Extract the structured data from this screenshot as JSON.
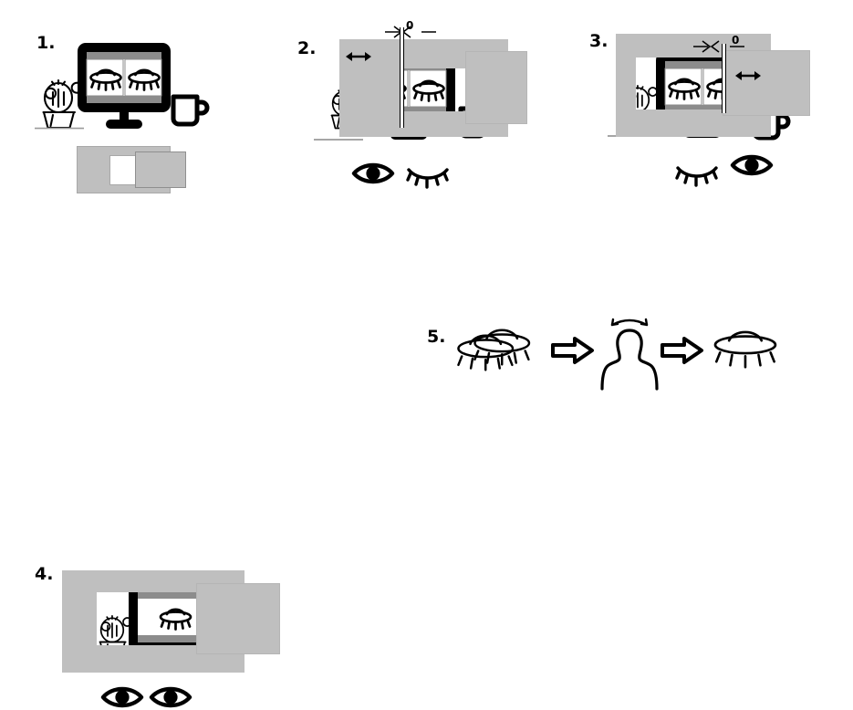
{
  "figure": {
    "title": "Stereoscopic free-viewing instruction diagram",
    "type": "step-by-step illustrated instructions",
    "background_color": "#ffffff",
    "ink_color": "#000000",
    "occluder_color": "#bfbfbf",
    "screen_band_color": "#8c8c8c",
    "step_count": 5
  },
  "steps": [
    {
      "id": "step-1",
      "number": "1.",
      "scene": "desk-with-monitor",
      "description": "Monitor showing two side-by-side UFO images, a cactus at left and a coffee mug at right; below is a diagram of an occluder card with a window aperture.",
      "icons": [
        "cactus-icon",
        "monitor-icon",
        "ufo-icon",
        "ufo-icon",
        "mug-icon",
        "occluder-card-icon"
      ],
      "screen_images": 2,
      "eyes": []
    },
    {
      "id": "step-2",
      "number": "2.",
      "scene": "occluder-over-left-eye-view",
      "description": "Occluder card slid so the aperture frames the left UFO image; alignment crosshair with label 0 at the top and a horizontal double arrow indicating sliding.",
      "icons": [
        "occluder-card-icon",
        "alignment-crosshair-icon",
        "horizontal-double-arrow-icon",
        "monitor-icon",
        "ufo-icon",
        "cactus-icon",
        "eye-open-icon",
        "eye-closed-icon"
      ],
      "marker_label": "0",
      "slide_arrow": "↔",
      "eyes": [
        "open",
        "closed"
      ]
    },
    {
      "id": "step-3",
      "number": "3.",
      "scene": "occluder-over-right-eye-view",
      "description": "Mirrored arrangement: aperture frames the right UFO image; crosshair with label 0 and sliding arrow are on the right side.",
      "icons": [
        "occluder-card-icon",
        "alignment-crosshair-icon",
        "horizontal-double-arrow-icon",
        "monitor-icon",
        "ufo-icon",
        "cactus-icon",
        "mug-icon",
        "eye-closed-icon",
        "eye-open-icon"
      ],
      "marker_label": "0",
      "slide_arrow": "↔",
      "eyes": [
        "closed",
        "open"
      ]
    },
    {
      "id": "step-4",
      "number": "4.",
      "scene": "fused-binocular-view",
      "description": "Both eyes open: the two apertures overlap into one fused view of a single UFO.",
      "icons": [
        "occluder-card-icon",
        "monitor-icon",
        "ufo-icon",
        "cactus-icon",
        "eye-open-icon",
        "eye-open-icon"
      ],
      "eyes": [
        "open",
        "open"
      ]
    },
    {
      "id": "step-5",
      "number": "5.",
      "scene": "fusion-result-sequence",
      "description": "Doubled/ghosted UFO, arrow, head rocking side to side, arrow, single crisp UFO.",
      "icons": [
        "ufo-double-icon",
        "arrow-right-icon",
        "head-rocking-icon",
        "arrow-right-icon",
        "ufo-single-icon"
      ],
      "sequence": [
        "doubled-ufo",
        "arrow",
        "head-rock",
        "arrow",
        "single-ufo"
      ],
      "head_motion_arrow": "rocking-arc-arrow"
    }
  ]
}
